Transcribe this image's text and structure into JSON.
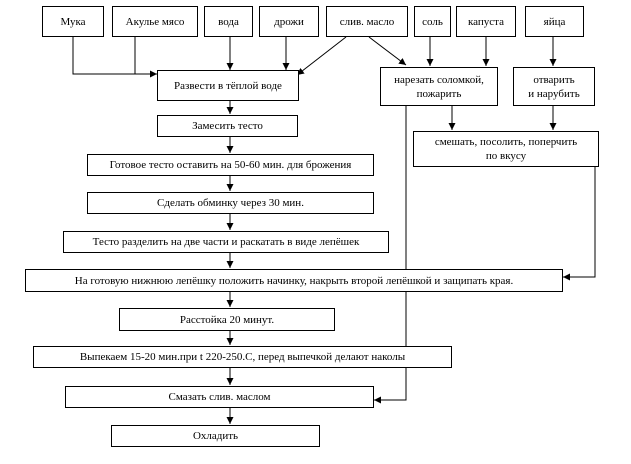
{
  "ingredients": {
    "flour": "Мука",
    "meat": "Акулье мясо",
    "water": "вода",
    "yeast": "дрожи",
    "butter": "слив. масло",
    "salt": "соль",
    "cabbage": "капуста",
    "eggs": "яйца"
  },
  "steps": {
    "dissolve": "Развести в тёплой воде",
    "knead": "Замесить тесто",
    "ferment": "Готовое тесто оставить на 50-60 мин. для брожения",
    "punch": "Сделать обминку через 30 мин.",
    "divide": "Тесто разделить на две части и раскатать в виде лепёшек",
    "assemble": "На готовую нижнюю лепёшку положить начинку, накрыть второй лепёшкой и защипать края.",
    "proof": "Расстойка 20 минут.",
    "bake": "Выпекаем 15-20 мин.при t 220-250.С, перед выпечкой делают наколы",
    "grease": "Смазать слив. маслом",
    "cool": "Охладить"
  },
  "filling": {
    "cut_cabbage": "нарезать соломкой,\nпожарить",
    "boil_eggs": "отварить\nи нарубить",
    "mix": "смешать, посолить, поперчить\nпо вкусу"
  }
}
